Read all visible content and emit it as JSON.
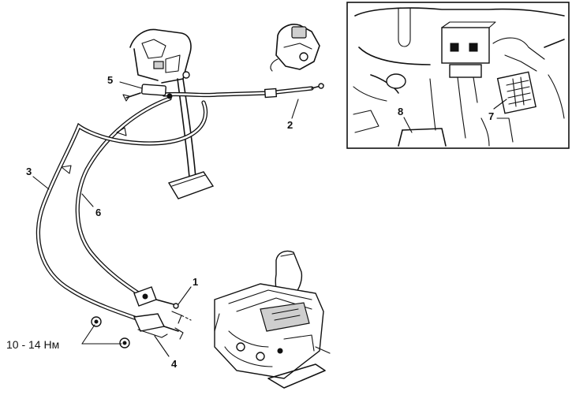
{
  "callouts": {
    "c1": "1",
    "c2": "2",
    "c3": "3",
    "c4": "4",
    "c5": "5",
    "c6": "6",
    "c7": "7",
    "c8": "8"
  },
  "torque_note": "10 - 14 Нм"
}
